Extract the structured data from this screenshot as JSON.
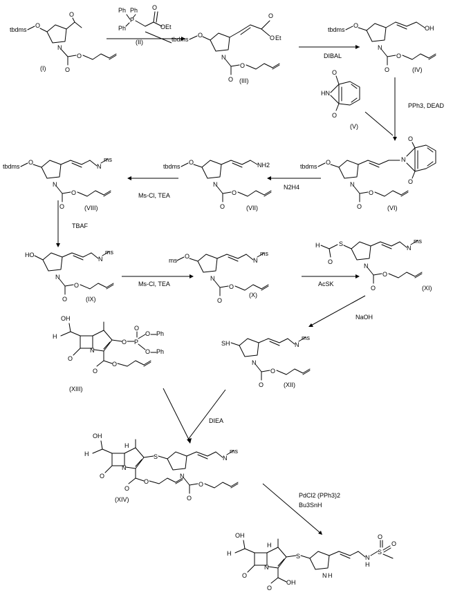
{
  "scheme": {
    "compounds": {
      "I": "(I)",
      "II": "(II)",
      "III": "(III)",
      "IV": "(IV)",
      "V": "(V)",
      "VI": "(VI)",
      "VII": "(VII)",
      "VIII": "(VIII)",
      "IX": "(IX)",
      "X": "(X)",
      "XI": "(XI)",
      "XII": "(XII)",
      "XIII": "(XIII)",
      "XIV": "(XIV)"
    },
    "reagents": {
      "dibal": "DIBAL",
      "mitsunobu": "PPh3, DEAD",
      "n2h4": "N2H4",
      "mscl_tea_1": "Ms-Cl,  TEA",
      "tbaf": "TBAF",
      "mscl_tea_2": "Ms-Cl, TEA",
      "acsk": "AcSK",
      "naoh": "NaOH",
      "diea": "DIEA",
      "pd": "PdCl2 (PPh3)2",
      "bu3snh": "Bu3SnH"
    },
    "atoms": {
      "tbdms": "tbdms",
      "ms": "ms",
      "O": "O",
      "N": "N",
      "H": "H",
      "NH2": "NH2",
      "HN": "HN",
      "OH": "OH",
      "HO": "HO",
      "Et": "Et",
      "Ph": "Ph",
      "P": "P",
      "S": "S",
      "SH": "SH",
      "OEt": "OEt"
    }
  }
}
